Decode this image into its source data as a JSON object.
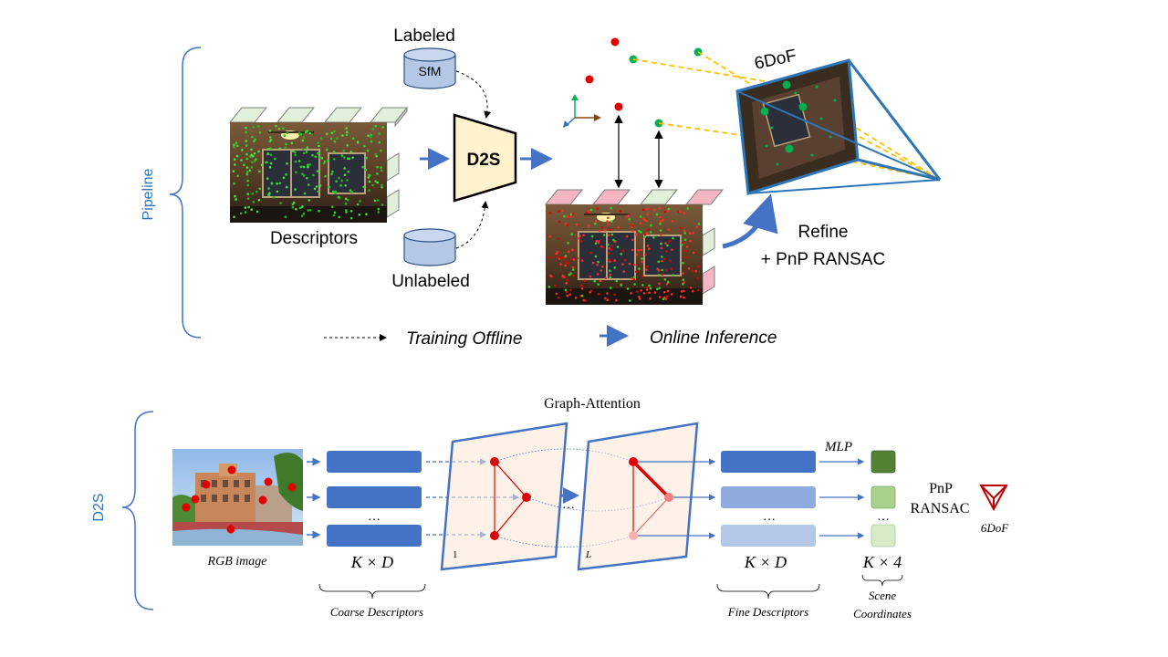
{
  "pipeline": {
    "section_label": "Pipeline",
    "labeled_text": "Labeled",
    "sfm_text": "SfM",
    "unlabeled_text": "Unlabeled",
    "d2s_text": "D2S",
    "descriptors_text": "Descriptors",
    "dof_text": "6DoF",
    "refine_line1": "Refine",
    "refine_line2": "+ PnP RANSAC",
    "legend_training": "Training Offline",
    "legend_online": "Online Inference"
  },
  "d2s": {
    "section_label": "D2S",
    "graph_attention": "Graph-Attention",
    "rgb_image": "RGB image",
    "kxd_left": "K × D",
    "kxd_right": "K × D",
    "kx4": "K × 4",
    "coarse": "Coarse Descriptors",
    "fine": "Fine Descriptors",
    "scene_line1": "Scene",
    "scene_line2": "Coordinates",
    "mlp": "MLP",
    "pnp": "PnP",
    "ransac": "RANSAC",
    "dof": "6DoF",
    "ellipsis": "…",
    "layer_first": "1",
    "layer_last": "L"
  },
  "colors": {
    "accent_blue": "#4472c4",
    "label_blue": "#2e75b6",
    "d2s_fill": "#fff2cc",
    "db_fill": "#b4c7e7",
    "graph_fill": "#fbe5d6",
    "red_point": "#e00000",
    "green_point": "#00b050",
    "dashed_yellow": "#ffc000",
    "scene_green_dark": "#70ad47",
    "dark_red": "#c00000"
  }
}
